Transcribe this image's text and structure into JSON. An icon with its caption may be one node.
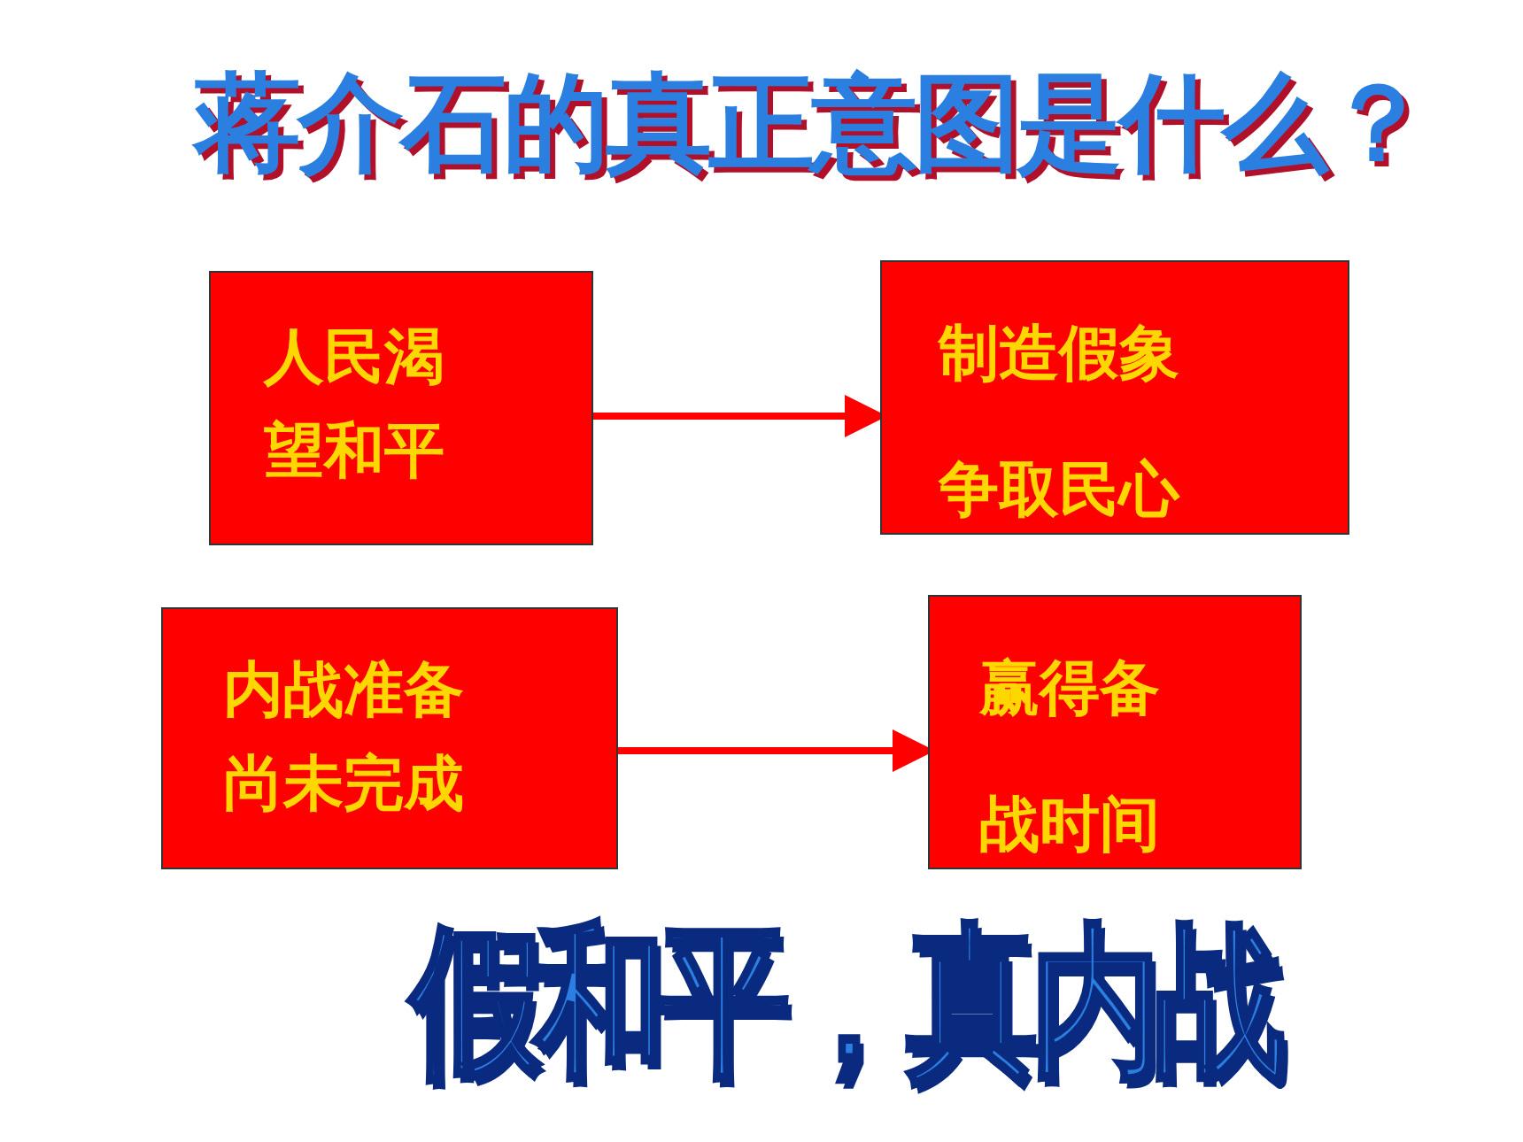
{
  "diagram": {
    "title": "蒋介石的真正意图是什么？",
    "nodes": [
      {
        "text": [
          "人民渴望和平"
        ]
      },
      {
        "text": [
          "制造假象争取民心"
        ]
      },
      {
        "text": [
          "内战准备尚未完成"
        ]
      },
      {
        "text": [
          "赢得备战时间"
        ]
      }
    ],
    "edges": [
      {
        "from": 0,
        "to": 1,
        "arrow": "to"
      },
      {
        "from": 2,
        "to": 3,
        "arrow": "to"
      }
    ],
    "labels": [
      "假和平，真内战"
    ]
  }
}
